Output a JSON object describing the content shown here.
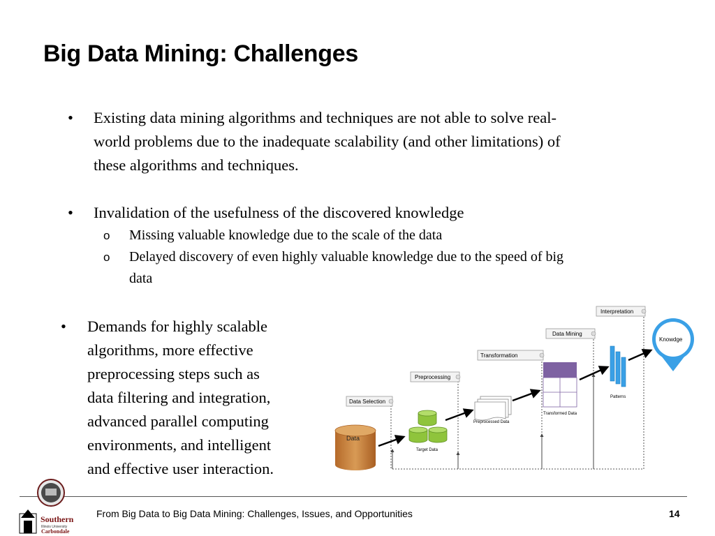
{
  "slide": {
    "title": "Big Data Mining: Challenges",
    "bullets": [
      {
        "symbol": "•",
        "lines": [
          "Existing data mining algorithms and techniques are not able to solve real-",
          "world problems due to the inadequate scalability (and other limitations) of",
          "these algorithms and techniques."
        ]
      },
      {
        "symbol": "•",
        "lines": [
          "Invalidation of the usefulness of the discovered knowledge"
        ],
        "subitems": [
          {
            "symbol": "o",
            "lines": [
              "Missing valuable knowledge due to the scale of the data"
            ]
          },
          {
            "symbol": "o",
            "lines": [
              "Delayed discovery of even highly valuable knowledge due to the speed of big",
              "data"
            ]
          }
        ]
      },
      {
        "symbol": "•",
        "lines": [
          "Demands for highly scalable",
          "algorithms, more effective",
          "preprocessing steps such as",
          "data filtering and integration,",
          "advanced parallel computing",
          "environments, and intelligent",
          "and effective user interaction."
        ]
      }
    ]
  },
  "diagram": {
    "steps": [
      "Data Selection",
      "Preprocessing",
      "Transformation",
      "Data Mining",
      "Interpretation"
    ],
    "artifacts": [
      "Data",
      "Target Data",
      "Preprocessed Data",
      "Transformed Data",
      "Patterns",
      "Knowdge"
    ]
  },
  "footer": {
    "text": "From Big Data to Big Data Mining: Challenges, Issues, and Opportunities",
    "page": "14"
  },
  "logo": {
    "line1": "Southern",
    "line2": "Illinois University",
    "line3": "Carbondale"
  },
  "colors": {
    "cylinder": "#c8803a",
    "green": "#8fc43c",
    "purple": "#7e62a2",
    "blue": "#3aa0e6"
  }
}
